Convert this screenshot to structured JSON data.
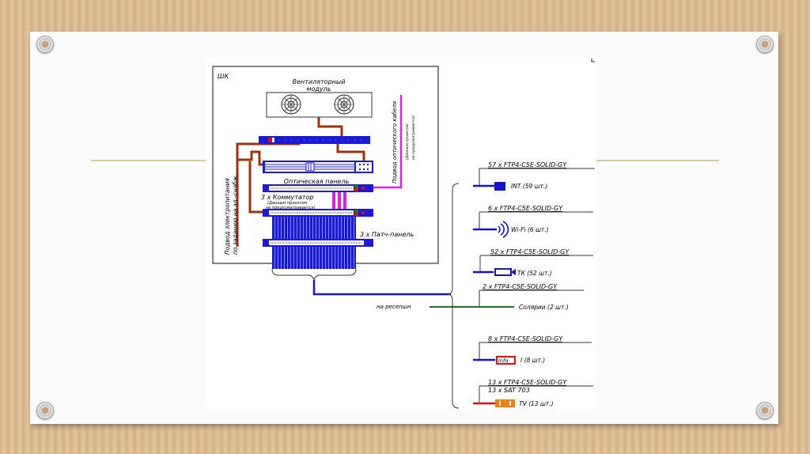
{
  "slide": {
    "background": "cardboard",
    "accent_line_color": "#d8c89a"
  },
  "cabinet": {
    "label": "ШК",
    "fan_module_line1": "Вентиляторный",
    "fan_module_line2": "модуль",
    "optical_panel_label": "Оптическая панель",
    "switch_label": "3 х Коммутатор",
    "switch_note_line1": "(Данным проектом",
    "switch_note_line2": "не предусматривается)",
    "patch_panel_label": "3 х Патч-панель",
    "power_feed_line1": "Подвод электропитания",
    "power_feed_line2": "по заданию на эл.-снабж.",
    "optic_feed_line1": "Подвод оптического кабеля",
    "optic_feed_line2": "(Данным проектом",
    "optic_feed_line3": "не предусматривается)"
  },
  "reception_label": "на ресепшн",
  "outlets": [
    {
      "cable": "57 х FTP4-C5E-SOLID-GY",
      "label": "INT (59 шт.)",
      "icon": "network-socket-icon",
      "color": "#1515d0"
    },
    {
      "cable": "6 х FTP4-C5E-SOLID-GY",
      "label": "Wi-Fi (6 шт.)",
      "icon": "wifi-icon",
      "color": "#1515d0"
    },
    {
      "cable": "52 х FTP4-C5E-SOLID-GY",
      "label": "ТК (52 шт.)",
      "icon": "camera-icon",
      "color": "#1515d0"
    },
    {
      "cable": "2 х FTP4-C5E-SOLID-GY",
      "label": "Солярии (2 шт.)",
      "icon": "solarium-line",
      "color": "#1a7a1a"
    },
    {
      "cable": "8 х FTP4-C5E-SOLID-GY",
      "label": "I (8 шт.)",
      "badge": "Info",
      "icon": "info-panel-icon",
      "color": "#1515d0"
    },
    {
      "cable": "13 х FTP4-C5E-SOLID-GY",
      "cable2": "13 х SAT 703",
      "label": "TV (13 шт.)",
      "icon": "tv-socket-icon",
      "color": "#e01010"
    }
  ],
  "colors": {
    "blue": "#1515d0",
    "power": "#a0320a",
    "optic": "#e020e0",
    "green": "#1a7a1a",
    "red": "#e01010",
    "orange": "#f08010"
  }
}
